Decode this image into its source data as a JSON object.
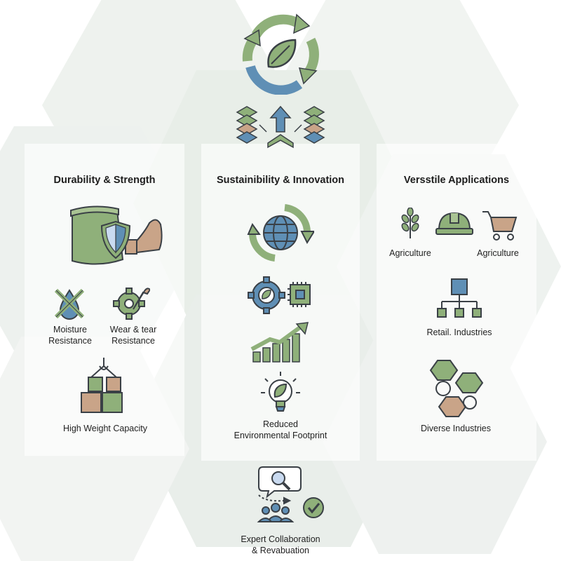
{
  "columns": {
    "left": {
      "title": "Durability & Strength",
      "moisture": [
        "Moisture",
        "Resistance"
      ],
      "wear": [
        "Wear & tear",
        "Resistance"
      ],
      "weight": "High Weight Capacity"
    },
    "center": {
      "title": "Sustainibility & Innovation",
      "footprint": [
        "Reduced",
        "Environmental Footprint"
      ]
    },
    "right": {
      "title": "Versstile Applications",
      "agri_1": "Agriculture",
      "agri_2": "Agriculture",
      "retail": "Retail. Industries",
      "diverse": "Diverse Industries"
    }
  },
  "bottom": {
    "label": [
      "Expert Collaboration",
      "& Revabuation"
    ]
  },
  "colors": {
    "green": "#8fb07a",
    "blue": "#5f8fb5",
    "tan": "#c9a488",
    "outline": "#3a4046"
  }
}
